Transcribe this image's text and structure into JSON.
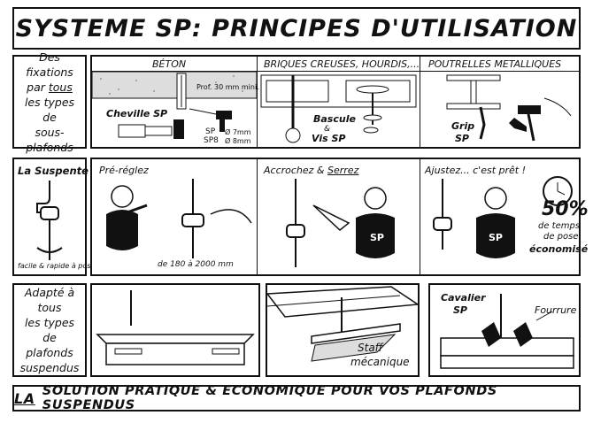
{
  "title": "SYSTEME SP: PRINCIPES D'UTILISATION",
  "row1": {
    "side_line1": "Des fixations",
    "side_line2": "par ",
    "side_tous": "tous",
    "side_line3": "les types de",
    "side_line4": "sous-plafonds",
    "panels": [
      {
        "header": "BÉTON",
        "labels": {
          "cheville": "Cheville SP",
          "prof": "Prof. 30 mm mini.",
          "sp": "SP",
          "sp8": "SP8",
          "d7": "Ø 7mm",
          "d8": "Ø 8mm"
        }
      },
      {
        "header": "BRIQUES CREUSES, HOURDIS,...",
        "labels": {
          "bascule": "Bascule",
          "amp": "&",
          "vis": "Vis SP"
        }
      },
      {
        "header": "POUTRELLES METALLIQUES",
        "labels": {
          "grip": "Grip",
          "sp": "SP"
        }
      }
    ]
  },
  "row2": {
    "side_title": "La Suspente SP",
    "side_caption": "facile & rapide à poser",
    "steps": [
      {
        "title": "Pré-réglez",
        "dimension": "de 180 à 2000 mm"
      },
      {
        "title": "Accrochez & ",
        "title_u": "Serrez"
      },
      {
        "title": "Ajustez... c'est prêt !"
      }
    ],
    "badge_big": "50%",
    "badge_line1": "de temps",
    "badge_line2": "de pose",
    "badge_line3": "économisé",
    "shirt_text": "SP"
  },
  "row3": {
    "side_line1": "Adapté à tous",
    "side_line2": "les types de",
    "side_line3": "plafonds",
    "side_line4": "suspendus",
    "labels": {
      "staff1": "Staff",
      "staff2": "mécanique",
      "cavalier1": "Cavalier",
      "cavalier2": "SP",
      "fourrure": "Fourrure"
    }
  },
  "footer": {
    "la": "LA",
    "text": "SOLUTION PRATIQUE & ECONOMIQUE POUR VOS PLAFONDS SUSPENDUS"
  }
}
